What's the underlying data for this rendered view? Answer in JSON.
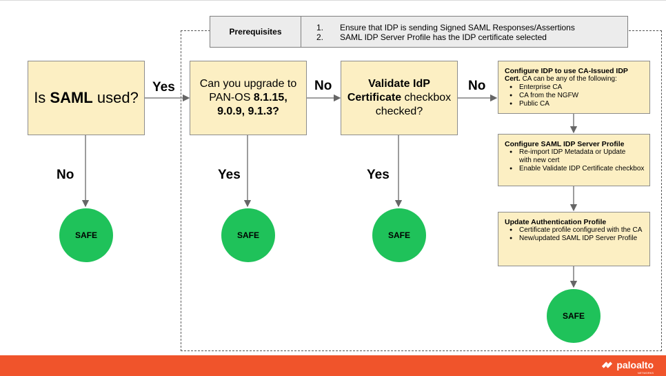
{
  "prerequisites": {
    "label": "Prerequisites",
    "items": [
      {
        "num": "1.",
        "text": "Ensure that IDP is sending Signed SAML Responses/Assertions"
      },
      {
        "num": "2.",
        "text": "SAML IDP Server Profile has the IDP certificate selected"
      }
    ]
  },
  "q1": {
    "pre": "Is ",
    "bold": "SAML",
    "post": " used?"
  },
  "q2": {
    "line1": "Can you upgrade to",
    "line2_pre": "PAN-OS  ",
    "line2_bold": "8.1.15,",
    "line3": "9.0.9, 9.1.3?"
  },
  "q3": {
    "line1": "Validate IdP",
    "line2_bold": "Certificate",
    "line2_post": " checkbox",
    "line3": "checked?"
  },
  "step1": {
    "title": "Configure IDP to use CA-Issued IDP",
    "title2_bold": "Cert.",
    "title2_rest": " CA can be any of the following:",
    "items": [
      "Enterprise CA",
      "CA from the NGFW",
      "Public CA"
    ]
  },
  "step2": {
    "title": "Configure SAML IDP Server Profile",
    "items": [
      "Re-import IDP Metadata or Update with new cert",
      "Enable Validate IDP Certificate checkbox"
    ]
  },
  "step3": {
    "title": "Update Authentication Profile",
    "items": [
      "Certificate profile configured with the CA",
      "New/updated SAML IDP Server Profile"
    ]
  },
  "labels": {
    "yes1": "Yes",
    "no1": "No",
    "no2": "No",
    "no_left": "No",
    "yes_left": "Yes",
    "yes_mid": "Yes"
  },
  "safe": {
    "label": "SAFE"
  },
  "footer": {
    "logo": "paloalto",
    "tagline": "NETWORKS"
  },
  "colors": {
    "box_fill": "#fcefc3",
    "safe_green": "#1fc25a",
    "footer_orange": "#f0542b"
  }
}
